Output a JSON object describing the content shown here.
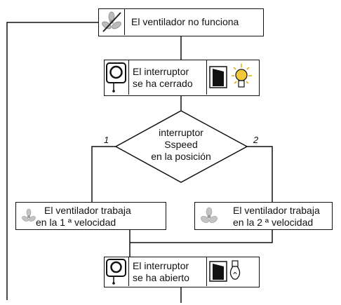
{
  "nodes": {
    "start": {
      "text": "El ventilador no funciona"
    },
    "closed": {
      "line1": "El interruptor",
      "line2": "se ha cerrado"
    },
    "decision": {
      "line1": "interruptor",
      "line2": "Sspeed",
      "line3": "en la posición"
    },
    "speed1": {
      "line1": "El ventilador trabaja",
      "line2": "en la 1 ª velocidad"
    },
    "speed2": {
      "line1": "El ventilador trabaja",
      "line2": "en la 2 ª velocidad"
    },
    "opened": {
      "line1": "El interruptor",
      "line2": "se ha abierto"
    }
  },
  "branches": {
    "left": "1",
    "right": "2"
  },
  "icons": [
    "fan-off-icon",
    "switch-ring-icon",
    "light-switch-icon",
    "bulb-on-icon",
    "fan-slow-icon",
    "fan-fast-icon",
    "bulb-off-icon"
  ]
}
